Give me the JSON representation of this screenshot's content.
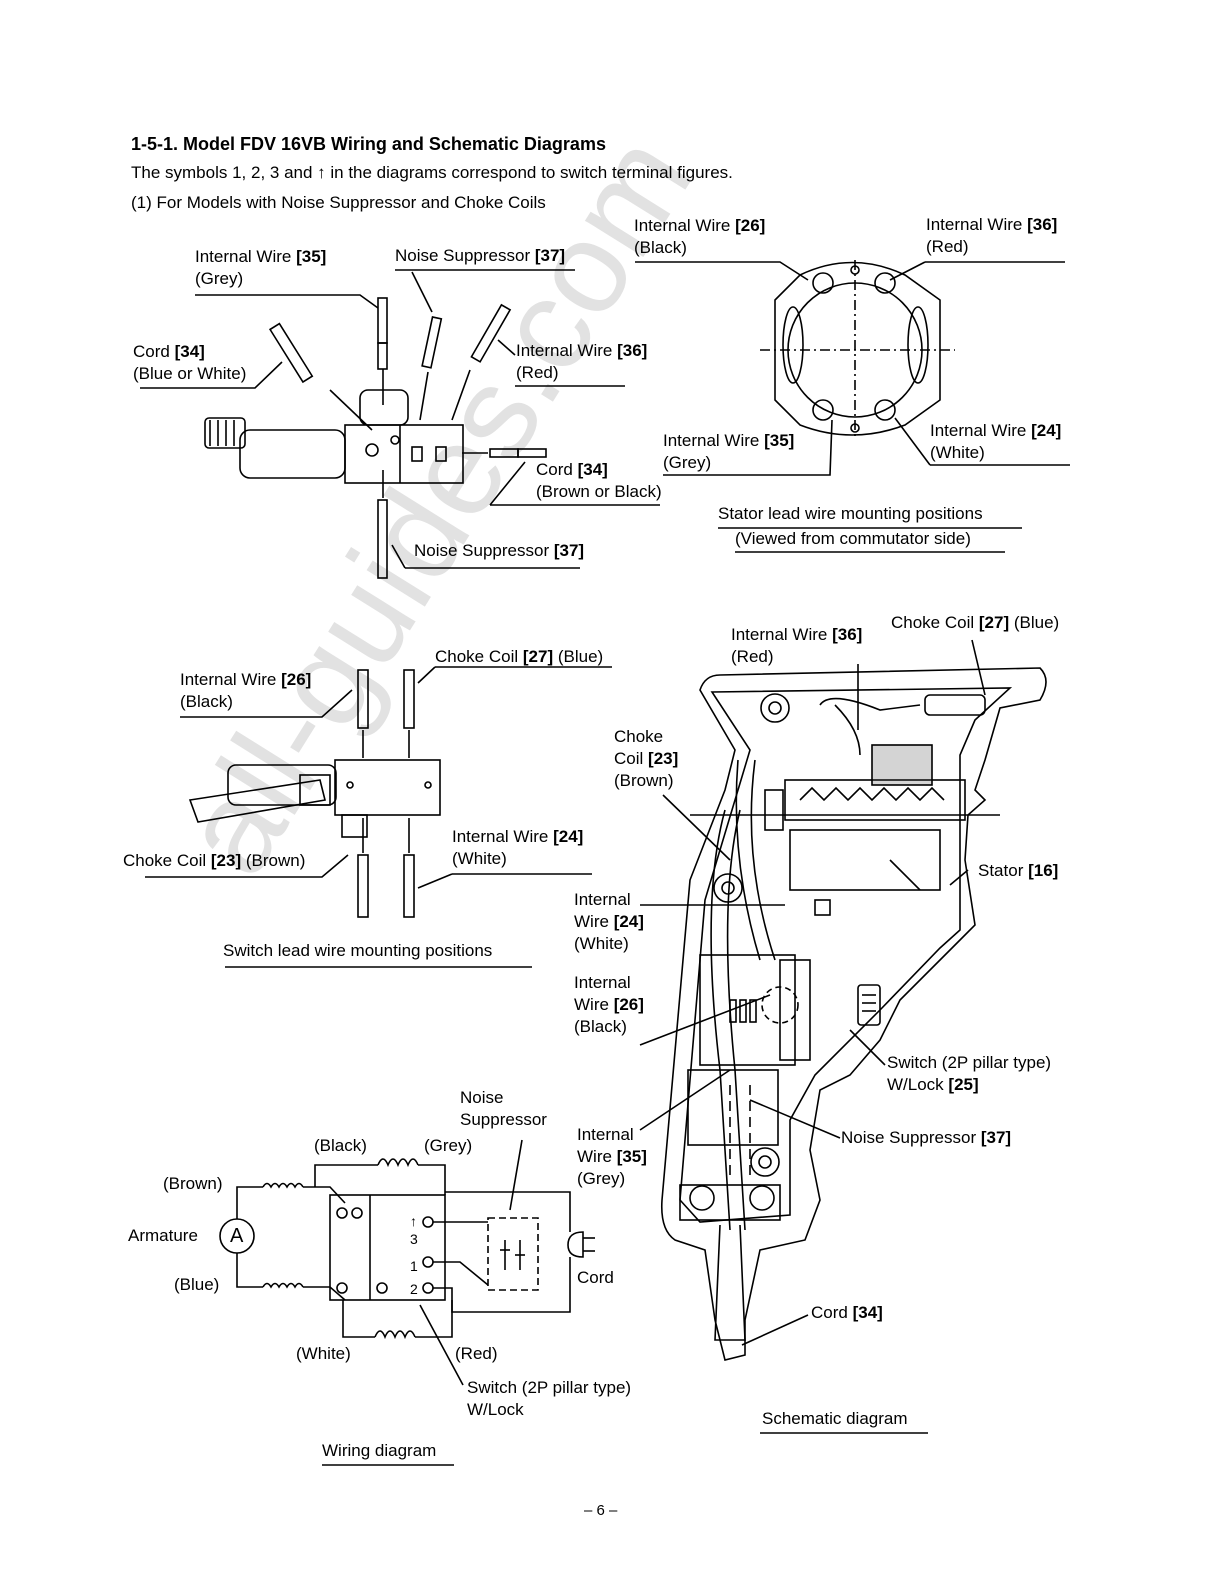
{
  "header": {
    "section_title": "1-5-1. Model FDV 16VB Wiring and Schematic Diagrams",
    "intro_text": "The symbols 1, 2, 3 and ↑ in the diagrams correspond to switch terminal figures.",
    "subsection": "(1) For Models with Noise Suppressor and Choke Coils"
  },
  "watermark": "all-guides.com",
  "top_left_assembly": {
    "internal_wire_35": {
      "name": "Internal Wire",
      "num": "[35]",
      "color": "(Grey)"
    },
    "noise_suppressor_37_top": {
      "name": "Noise Suppressor",
      "num": "[37]"
    },
    "cord_34_blue": {
      "name": "Cord",
      "num": "[34]",
      "color": "(Blue or White)"
    },
    "internal_wire_36": {
      "name": "Internal Wire",
      "num": "[36]",
      "color": "(Red)"
    },
    "cord_34_brown": {
      "name": "Cord",
      "num": "[34]",
      "color": "(Brown or Black)"
    },
    "noise_suppressor_37_bottom": {
      "name": "Noise Suppressor",
      "num": "[37]"
    }
  },
  "stator": {
    "internal_wire_26": {
      "name": "Internal Wire",
      "num": "[26]",
      "color": "(Black)"
    },
    "internal_wire_36": {
      "name": "Internal Wire",
      "num": "[36]",
      "color": "(Red)"
    },
    "internal_wire_35": {
      "name": "Internal Wire",
      "num": "[35]",
      "color": "(Grey)"
    },
    "internal_wire_24": {
      "name": "Internal Wire",
      "num": "[24]",
      "color": "(White)"
    },
    "caption_line1": "Stator lead wire mounting positions",
    "caption_line2": "(Viewed from commutator side)"
  },
  "switch_positions": {
    "internal_wire_26": {
      "name": "Internal Wire",
      "num": "[26]",
      "color": "(Black)"
    },
    "choke_coil_27": {
      "name": "Choke Coil",
      "num": "[27]",
      "color": "(Blue)"
    },
    "internal_wire_24": {
      "name": "Internal Wire",
      "num": "[24]",
      "color": "(White)"
    },
    "choke_coil_23": {
      "name": "Choke Coil",
      "num": "[23]",
      "color": "(Brown)"
    },
    "caption": "Switch lead wire mounting positions"
  },
  "schematic": {
    "internal_wire_36": {
      "name": "Internal Wire",
      "num": "[36]",
      "color": "(Red)"
    },
    "choke_coil_27": {
      "name": "Choke Coil",
      "num": "[27]",
      "color": "(Blue)"
    },
    "choke_coil_23": {
      "line1": "Choke",
      "line2": "Coil",
      "num": "[23]",
      "color": "(Brown)"
    },
    "stator_16": {
      "name": "Stator",
      "num": "[16]"
    },
    "internal_wire_24": {
      "line1": "Internal",
      "line2": "Wire",
      "num": "[24]",
      "color": "(White)"
    },
    "internal_wire_26": {
      "line1": "Internal",
      "line2": "Wire",
      "num": "[26]",
      "color": "(Black)"
    },
    "switch_25": {
      "line1": "Switch (2P pillar type)",
      "line2": "W/Lock",
      "num": "[25]"
    },
    "noise_suppressor_37": {
      "name": "Noise Suppressor",
      "num": "[37]"
    },
    "internal_wire_35": {
      "line1": "Internal",
      "line2": "Wire",
      "num": "[35]",
      "color": "(Grey)"
    },
    "cord_34": {
      "name": "Cord",
      "num": "[34]"
    },
    "caption": "Schematic diagram"
  },
  "wiring": {
    "noise_suppressor_line1": "Noise",
    "noise_suppressor_line2": "Suppressor",
    "black": "(Black)",
    "grey": "(Grey)",
    "brown": "(Brown)",
    "armature": "Armature",
    "armature_symbol": "A",
    "blue": "(Blue)",
    "white": "(White)",
    "red": "(Red)",
    "cord": "Cord",
    "terminal_1": "1",
    "terminal_2": "2",
    "terminal_3": "3",
    "terminal_arrow": "↑",
    "switch_line1": "Switch (2P pillar type)",
    "switch_line2": "W/Lock",
    "caption": "Wiring diagram"
  },
  "footer": {
    "page_number": "– 6 –"
  }
}
